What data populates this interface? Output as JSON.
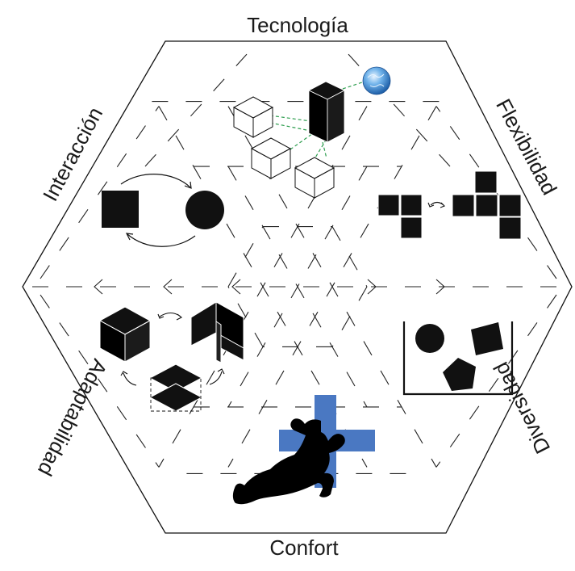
{
  "labels": {
    "top": "Tecnología",
    "bottom": "Confort",
    "upper_left": "Interacción",
    "upper_right": "Flexibilidad",
    "lower_left": "Adaptabilidad",
    "lower_right": "Diversidad"
  },
  "colors": {
    "ink": "#111111",
    "accent_blue": "#4a78c2",
    "link_green": "#2e9e4f"
  },
  "icons": {
    "tecnologia": "cubes-network-globe-icon",
    "flexibilidad": "rearranging-squares-icon",
    "interaccion": "square-circle-exchange-icon",
    "adaptabilidad": "folding-cube-icon",
    "diversidad": "shapes-in-container-icon",
    "confort": "reclining-person-cross-icon"
  }
}
